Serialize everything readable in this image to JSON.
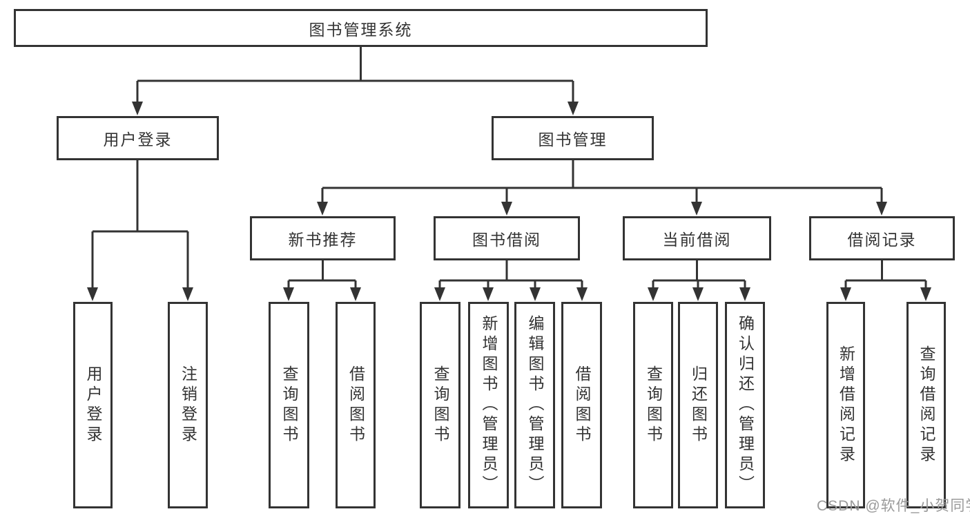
{
  "root": {
    "label": "图书管理系统"
  },
  "level2": [
    {
      "label": "用户登录"
    },
    {
      "label": "图书管理"
    }
  ],
  "level3": [
    {
      "label": "新书推荐"
    },
    {
      "label": "图书借阅"
    },
    {
      "label": "当前借阅"
    },
    {
      "label": "借阅记录"
    }
  ],
  "leaves": {
    "user_login": [
      "用户登录",
      "注销登录"
    ],
    "new_book_recommend": [
      "查询图书",
      "借阅图书"
    ],
    "book_borrow": [
      "查询图书",
      "新增图书（管理员）",
      "编辑图书（管理员）",
      "借阅图书"
    ],
    "current_borrow": [
      "查询图书",
      "归还图书",
      "确认归还（管理员）"
    ],
    "borrow_record": [
      "新增借阅记录",
      "查询借阅记录"
    ]
  },
  "watermark": {
    "text": "CSDN @软件_小贺同学",
    "color": "#9a9a9a"
  },
  "colors": {
    "line": "#333333",
    "text": "#333333",
    "background": "#ffffff"
  }
}
